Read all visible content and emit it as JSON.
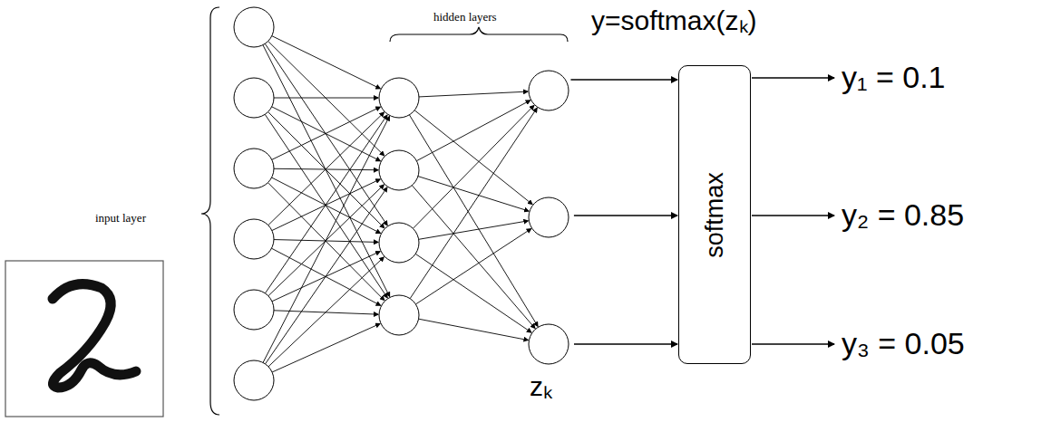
{
  "diagram": {
    "nodes": [
      {
        "text": [
          "softmax"
        ]
      }
    ],
    "labels": [
      "hidden layers",
      "y=softmax(zₖ)",
      "input layer",
      "y₁ = 0.1",
      "y₂ = 0.85",
      "y₃ = 0.05",
      "zₖ"
    ]
  }
}
